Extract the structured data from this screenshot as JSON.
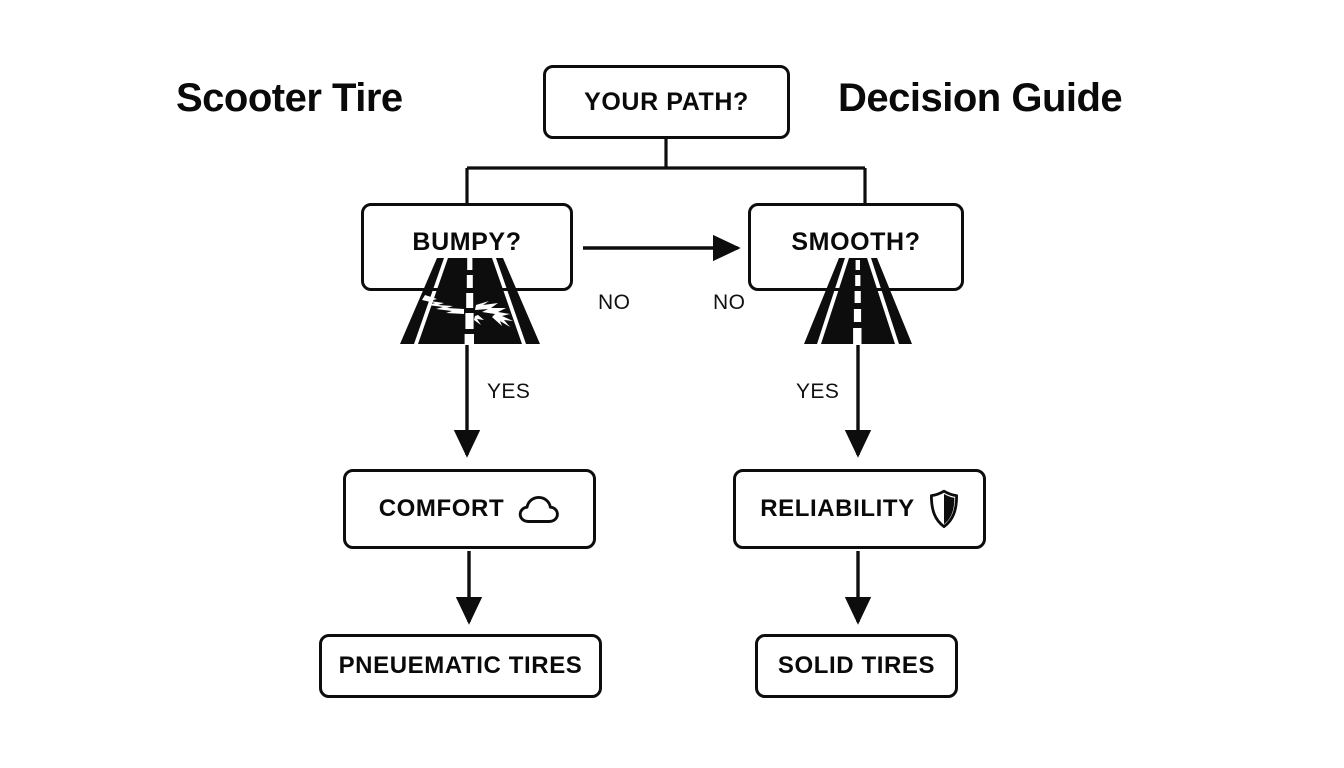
{
  "page": {
    "background": "#ffffff",
    "stroke_color": "#0d0d0d",
    "text_color": "#0a0a0a"
  },
  "headings": {
    "left": "Scooter Tire",
    "right": "Decision Guide"
  },
  "flowchart": {
    "type": "decision-tree",
    "nodes": [
      {
        "id": "root",
        "label": "YOUR PATH?",
        "icon": null
      },
      {
        "id": "bumpy",
        "label": "BUMPY?",
        "icon": "cracked-road-icon"
      },
      {
        "id": "smooth",
        "label": "SMOOTH?",
        "icon": "smooth-road-icon"
      },
      {
        "id": "comfort",
        "label": "COMFORT",
        "icon": "cloud-icon"
      },
      {
        "id": "reliability",
        "label": "RELIABILITY",
        "icon": "shield-icon"
      },
      {
        "id": "pneumatic",
        "label": "PNEUEMATIC TIRES",
        "icon": null
      },
      {
        "id": "solid",
        "label": "SOLID TIRES",
        "icon": null
      }
    ],
    "edges": [
      {
        "from": "root",
        "to": "bumpy",
        "label": "",
        "style": "elbow"
      },
      {
        "from": "root",
        "to": "smooth",
        "label": "",
        "style": "elbow"
      },
      {
        "from": "bumpy",
        "to": "smooth",
        "label": "NO",
        "style": "arrow-right"
      },
      {
        "from": "smooth",
        "to": "smooth-no",
        "label": "NO",
        "style": "label-only"
      },
      {
        "from": "bumpy",
        "to": "comfort",
        "label": "YES",
        "style": "arrow-down"
      },
      {
        "from": "smooth",
        "to": "reliability",
        "label": "YES",
        "style": "arrow-down"
      },
      {
        "from": "comfort",
        "to": "pneumatic",
        "label": "",
        "style": "arrow-down"
      },
      {
        "from": "reliability",
        "to": "solid",
        "label": "",
        "style": "arrow-down"
      }
    ],
    "edge_labels": {
      "no_left": "NO",
      "no_right": "NO",
      "yes_left": "YES",
      "yes_right": "YES"
    }
  }
}
